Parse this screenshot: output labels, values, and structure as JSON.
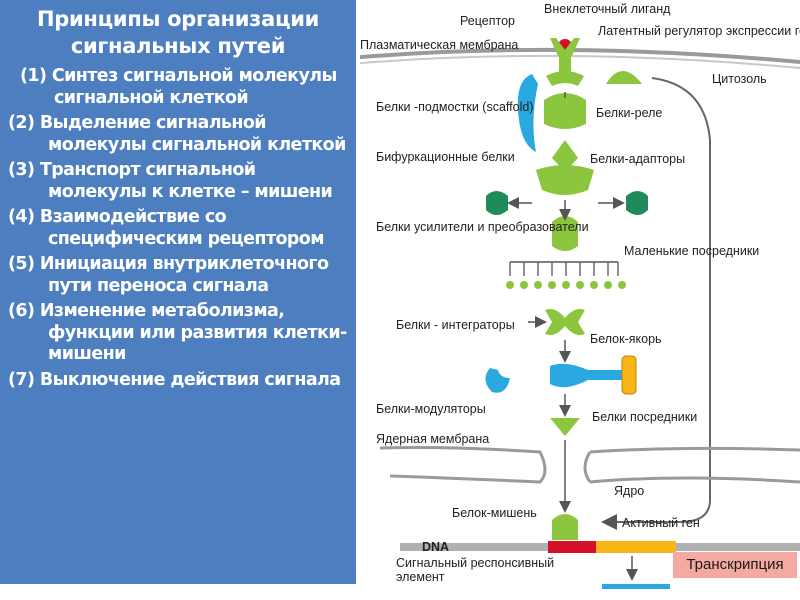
{
  "left_panel": {
    "title": "Принципы организации сигнальных путей",
    "steps": [
      "(1) Синтез сигнальной молекулы сигнальной клеткой",
      "(2) Выделение  сигнальной молекулы сигнальной клеткой",
      "(3) Транспорт сигнальной молекулы к клетке – мишени",
      "(4) Взаимодействие со специфическим рецептором",
      "(5) Инициация внутриклеточного пути переноса сигнала",
      "(6) Изменение метаболизма, функции или развития клетки-мишени",
      "(7) Выключение действия сигнала"
    ],
    "background_color": "#4d7fc0"
  },
  "diagram": {
    "labels": {
      "extracellular_ligand": "Внеклеточный лиганд",
      "receptor": "Рецептор",
      "latent_regulator": "Латентный регулятор экспрессии генов",
      "plasma_membrane": "Плазматическая мембрана",
      "cytosol": "Цитозоль",
      "scaffold_proteins": "Белки -подмостки (scaffold)",
      "relay_proteins": "Белки-реле",
      "bifurcation_proteins": "Бифуркационные белки",
      "adaptor_proteins": "Белки-адапторы",
      "amplifier_proteins": "Белки усилители и преобразователи",
      "small_mediators": "Маленькие посредники",
      "integrator_proteins": "Белки - интеграторы",
      "anchor_protein": "Белок-якорь",
      "modulator_proteins": "Белки-модуляторы",
      "mediator_proteins": "Белки посредники",
      "nuclear_membrane": "Ядерная мембрана",
      "nucleus": "Ядро",
      "target_protein": "Белок-мишень",
      "active_gene": "Активный ген",
      "dna": "DNA",
      "response_element": "Сигнальный респонсивный элемент",
      "transcription": "Транскрипция"
    },
    "colors": {
      "protein_green": "#8cc63f",
      "scaffold_blue": "#29a9e0",
      "dark_teal": "#1f8a5a",
      "ligand_red": "#d7102a",
      "membrane_gray": "#9a9a9a",
      "gene_yellow": "#f7b518",
      "response_red": "#d7102a",
      "transcription_bg": "#f4a9a3",
      "mrna_blue": "#29a9e0"
    }
  }
}
